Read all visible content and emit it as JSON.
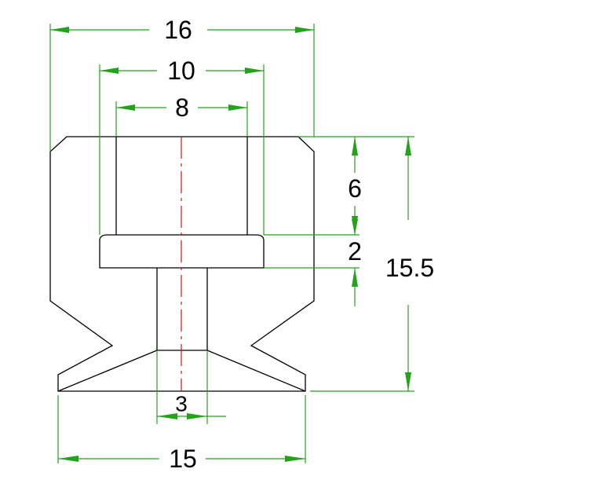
{
  "dimensions": {
    "overall_top_width": "16",
    "flange_width": "10",
    "bore_width": "8",
    "bore_depth": "6",
    "flange_thickness": "2",
    "overall_height": "15.5",
    "stem_width": "3",
    "base_width": "15"
  },
  "colors": {
    "dimension": "#22a31a",
    "object": "#000000",
    "centerline": "#e01010"
  }
}
